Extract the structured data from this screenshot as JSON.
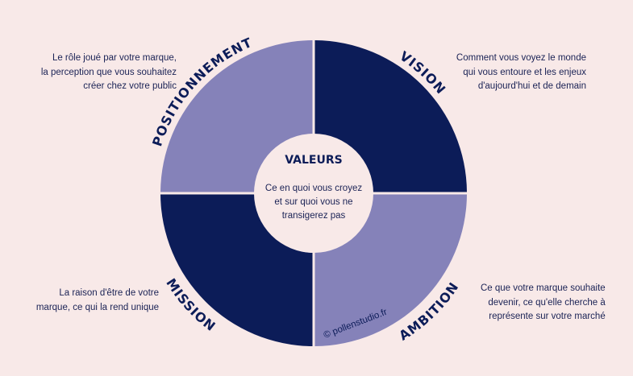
{
  "center": {
    "title": "VALEURS",
    "description": "Ce en quoi vous croyez\net sur quoi vous ne\ntransigerez pas"
  },
  "quadrants": [
    {
      "label": "POSITIONNEMENT",
      "description": "Le rôle joué par votre marque,\nla perception que vous souhaitez\ncréer chez votre public",
      "color": "#8582b9"
    },
    {
      "label": "VISION",
      "description": "Comment vous voyez le monde\nqui vous entoure et les enjeux\nd'aujourd'hui et de demain",
      "color": "#0c1c58"
    },
    {
      "label": "MISSION",
      "description": "La raison d'être de votre\nmarque, ce qui la rend unique",
      "color": "#0c1c58"
    },
    {
      "label": "AMBITION",
      "description": "Ce que votre marque souhaite\ndevenir, ce qu'elle cherche à\nreprésente sur votre marché",
      "color": "#8582b9"
    }
  ],
  "copyright": "© pollenstudio.fr",
  "colors": {
    "background": "#f8e9e8",
    "navy": "#0c1c58",
    "lavender": "#8582b9"
  }
}
